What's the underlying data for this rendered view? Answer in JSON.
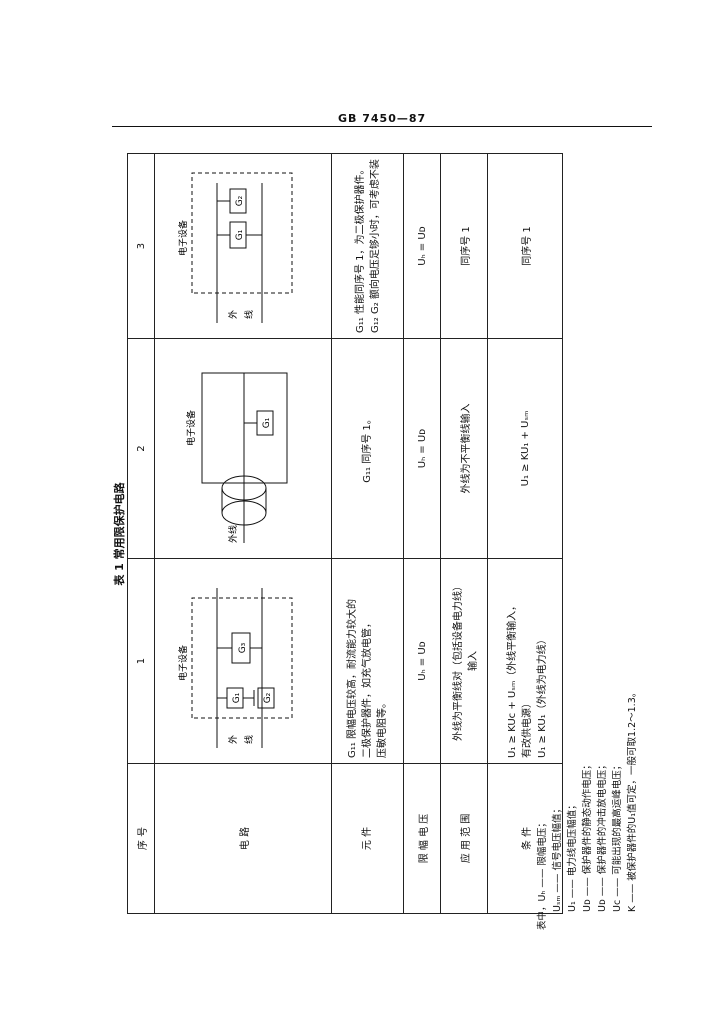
{
  "header": {
    "code": "GB  7450—87"
  },
  "table": {
    "caption": "表 1   常用限保护电路",
    "columns": {
      "num1": "1",
      "num2": "2",
      "num3": "3"
    },
    "rows": {
      "seq": {
        "label": "序   号"
      },
      "circuit": {
        "label": "电   路",
        "d1": {
          "device": "电子设备",
          "wire_top": "外",
          "wire_bottom": "线",
          "g1": "G₁",
          "g2": "G₂",
          "g3": "G₃"
        },
        "d2": {
          "device": "电子设备",
          "wire": "外线",
          "g": "G₁"
        },
        "d3": {
          "device": "电子设备",
          "wire_top": "外",
          "wire_bottom": "线",
          "g1": "G₁",
          "g2": "G₂"
        }
      },
      "elements": {
        "label": "元   件",
        "c1_line1": "G₁₁ 限幅电压较高，耐流能力较大的",
        "c1_line2": "二极保护器件，如充气放电管，",
        "c1_line3": "压敏电阻等。",
        "c2": "G₁₁ 同序号 1。",
        "c3_line1": "G₁₁ 性能同序号 1，为二极保护器件。",
        "c3_line2": "G₁₂ G₂ 额向电压足够小时，可考虑不装"
      },
      "limit": {
        "label": "限 幅 电 压",
        "c1": "Uₕ = Uᴅ",
        "c2": "Uₕ = Uᴅ",
        "c3": "Uₕ = Uᴅ"
      },
      "application": {
        "label": "应 用 范 围",
        "c1_line1": "外线为平衡线对（包括设备电力线）",
        "c1_line2": "输入",
        "c2": "外线为不平衡线输入",
        "c3": "同序号 1"
      },
      "conditions": {
        "label": "条   件",
        "c1_line1": "U₁ ≥ KUᴄ + Uₛₘ（外线平衡输入，",
        "c1_line2": "有改供电源）",
        "c1_line3": "U₁ ≥ KU₁（外线为电力线）",
        "c2": "U₁ ≥ KU₁ + Uₛₘ",
        "c3": "同序号 1"
      }
    }
  },
  "notes": {
    "intro": "表中，Uₕ —— 限幅电压；",
    "lines": [
      "Uₛₘ —— 信号电压幅值；",
      "U₁ —— 电力线电压幅值；",
      "Uᴅ —— 保护器件的静态动作电压；",
      "Uᴅ —— 保护器件的冲击放电电压；",
      "Uᴄ —— 可能出现的最高运峰电压；",
      "K —— 被保护器件的U₁值可定，一般可取1.2～1.3。"
    ]
  }
}
